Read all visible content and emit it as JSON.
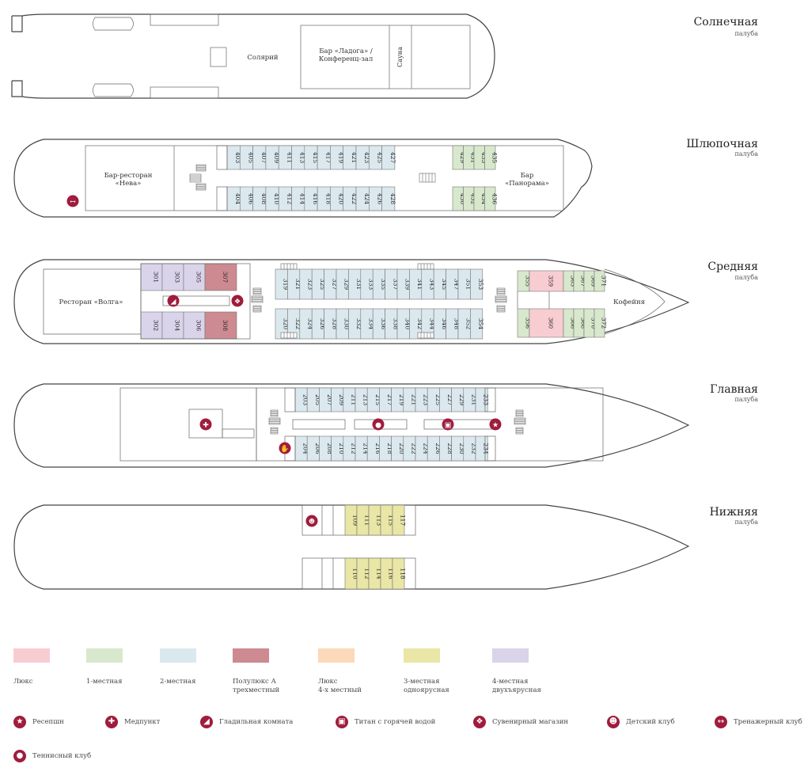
{
  "colors": {
    "lux": "#f8cdd2",
    "single": "#d8e8cc",
    "double": "#dbe9ef",
    "semilux": "#cd8a91",
    "lux4": "#fcd9b8",
    "triple": "#e9e6a6",
    "quad": "#d9d4ea",
    "accent": "#a01c3c",
    "outline": "#444444"
  },
  "decks": {
    "sun": {
      "name": "Солнечная",
      "sub": "палуба",
      "solarium": "Солярий",
      "bar": "Бар «Ладога» /\nКонференц-зал",
      "sauna": "Сауна"
    },
    "boat": {
      "name": "Шлюпочная",
      "sub": "палуба",
      "bar_left": "Бар-ресторан\n«Нева»",
      "bar_right": "Бар\n«Панорама»",
      "double_top": [
        "403",
        "405",
        "407",
        "409",
        "411",
        "413",
        "415",
        "417",
        "419",
        "421",
        "423",
        "425",
        "427"
      ],
      "double_bottom": [
        "404",
        "406",
        "408",
        "410",
        "412",
        "414",
        "416",
        "418",
        "420",
        "422",
        "424",
        "426",
        "428"
      ],
      "single_top": [
        "429",
        "431",
        "433",
        "435"
      ],
      "single_bottom": [
        "430",
        "432",
        "434",
        "436"
      ]
    },
    "middle": {
      "name": "Средняя",
      "sub": "палуба",
      "restaurant": "Ресторан «Волга»",
      "cafe": "Кофейня",
      "quad_top": [
        "301",
        "303",
        "305"
      ],
      "semilux_top": "307",
      "quad_bottom": [
        "302",
        "304",
        "306"
      ],
      "semilux_bottom": "308",
      "double_top": [
        "319",
        "321",
        "323",
        "325",
        "327",
        "329",
        "331",
        "333",
        "335",
        "337",
        "339",
        "341",
        "343",
        "345",
        "347",
        "351",
        "353"
      ],
      "double_bottom": [
        "320",
        "322",
        "324",
        "326",
        "328",
        "330",
        "332",
        "334",
        "336",
        "338",
        "340",
        "342",
        "344",
        "346",
        "348",
        "352",
        "354"
      ],
      "single_fore_top": "355",
      "lux_top": "359",
      "single_aft_top": [
        "365",
        "367",
        "369",
        "371"
      ],
      "single_fore_bottom": "356",
      "lux_bottom": "360",
      "single_aft_bottom": [
        "366",
        "368",
        "370",
        "372"
      ]
    },
    "main": {
      "name": "Главная",
      "sub": "палуба",
      "double_top": [
        "203",
        "205",
        "207",
        "209",
        "211",
        "213",
        "215",
        "217",
        "219",
        "221",
        "223",
        "225",
        "227",
        "229",
        "231",
        "233"
      ],
      "double_bottom": [
        "204",
        "206",
        "208",
        "210",
        "212",
        "214",
        "216",
        "218",
        "220",
        "222",
        "224",
        "226",
        "228",
        "230",
        "232",
        "234"
      ]
    },
    "lower": {
      "name": "Нижняя",
      "sub": "палуба",
      "triple_top": [
        "109",
        "111",
        "113",
        "115",
        "117"
      ],
      "triple_bottom": [
        "110",
        "112",
        "114",
        "116",
        "118"
      ]
    }
  },
  "legend": [
    {
      "label": "Люкс",
      "color": "#f8cdd2"
    },
    {
      "label": "1-местная",
      "color": "#d8e8cc"
    },
    {
      "label": "2-местная",
      "color": "#dbe9ef"
    },
    {
      "label": "Полулюкс А\nтрехместный",
      "color": "#cd8a91"
    },
    {
      "label": "Люкс\n4-х местный",
      "color": "#fcd9b8"
    },
    {
      "label": "3-местная\nодноярусная",
      "color": "#e9e6a6"
    },
    {
      "label": "4-местная\nдвухъярусная",
      "color": "#d9d4ea"
    }
  ],
  "icons": [
    {
      "name": "reception-icon",
      "glyph": "★",
      "label": "Ресепшн"
    },
    {
      "name": "medical-icon",
      "glyph": "✚",
      "label": "Медпункт"
    },
    {
      "name": "ironing-icon",
      "glyph": "◢",
      "label": "Гладильная комната"
    },
    {
      "name": "hot-water-icon",
      "glyph": "▣",
      "label": "Титан с горячей водой"
    },
    {
      "name": "gift-icon",
      "glyph": "❖",
      "label": "Сувенирный магазин"
    },
    {
      "name": "kids-club-icon",
      "glyph": "☻",
      "label": "Детский клуб"
    },
    {
      "name": "gym-icon",
      "glyph": "↔",
      "label": "Тренажерный клуб"
    },
    {
      "name": "tennis-icon",
      "glyph": "●",
      "label": "Теннисный клуб"
    }
  ]
}
